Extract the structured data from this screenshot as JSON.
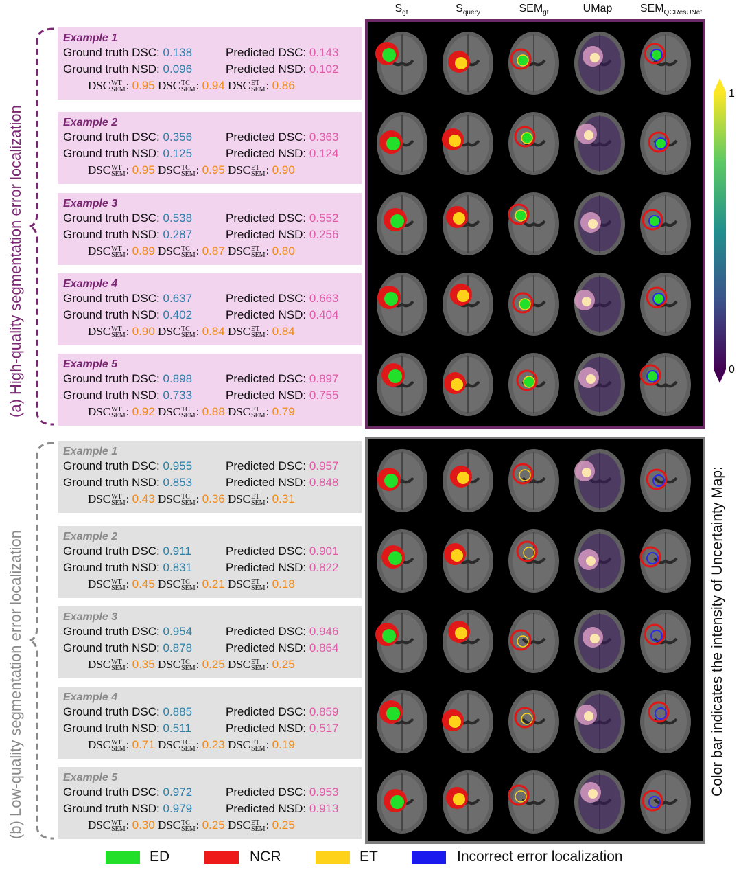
{
  "headers": {
    "s_gt": {
      "main": "S",
      "sub": "gt"
    },
    "s_query": {
      "main": "S",
      "sub": "query"
    },
    "sem_gt": {
      "main": "SEM",
      "sub": "gt"
    },
    "umap": {
      "main": "UMap",
      "sub": ""
    },
    "sem_qc": {
      "main": "SEM",
      "sub": "QCResUNet"
    }
  },
  "labels": {
    "gt_dsc": "Ground truth DSC:",
    "gt_nsd": "Ground truth NSD:",
    "pred_dsc": "Predicted DSC:",
    "pred_nsd": "Predicted NSD:",
    "dsc": "DSC",
    "sem": "SEM",
    "wt": "WT",
    "tc": "TC",
    "et": "ET",
    "colon": ":"
  },
  "sections": {
    "hq_label": "(a) High-quality segmentation error localization",
    "lq_label": "(b) Low-quality segmentation error localization"
  },
  "hq_examples": [
    {
      "title": "Example 1",
      "gt_dsc": "0.138",
      "pred_dsc": "0.143",
      "gt_nsd": "0.096",
      "pred_nsd": "0.102",
      "wt": "0.95",
      "tc": "0.94",
      "et": "0.86"
    },
    {
      "title": "Example 2",
      "gt_dsc": "0.356",
      "pred_dsc": "0.363",
      "gt_nsd": "0.125",
      "pred_nsd": "0.124",
      "wt": "0.95",
      "tc": "0.95",
      "et": "0.90"
    },
    {
      "title": "Example 3",
      "gt_dsc": "0.538",
      "pred_dsc": "0.552",
      "gt_nsd": "0.287",
      "pred_nsd": "0.256",
      "wt": "0.89",
      "tc": "0.87",
      "et": "0.80"
    },
    {
      "title": "Example 4",
      "gt_dsc": "0.637",
      "pred_dsc": "0.663",
      "gt_nsd": "0.402",
      "pred_nsd": "0.404",
      "wt": "0.90",
      "tc": "0.84",
      "et": "0.84"
    },
    {
      "title": "Example 5",
      "gt_dsc": "0.898",
      "pred_dsc": "0.897",
      "gt_nsd": "0.733",
      "pred_nsd": "0.755",
      "wt": "0.92",
      "tc": "0.88",
      "et": "0.79"
    }
  ],
  "lq_examples": [
    {
      "title": "Example 1",
      "gt_dsc": "0.955",
      "pred_dsc": "0.957",
      "gt_nsd": "0.853",
      "pred_nsd": "0.848",
      "wt": "0.43",
      "tc": "0.36",
      "et": "0.31"
    },
    {
      "title": "Example 2",
      "gt_dsc": "0.911",
      "pred_dsc": "0.901",
      "gt_nsd": "0.831",
      "pred_nsd": "0.822",
      "wt": "0.45",
      "tc": "0.21",
      "et": "0.18"
    },
    {
      "title": "Example 3",
      "gt_dsc": "0.954",
      "pred_dsc": "0.946",
      "gt_nsd": "0.878",
      "pred_nsd": "0.864",
      "wt": "0.35",
      "tc": "0.25",
      "et": "0.25"
    },
    {
      "title": "Example 4",
      "gt_dsc": "0.885",
      "pred_dsc": "0.859",
      "gt_nsd": "0.511",
      "pred_nsd": "0.517",
      "wt": "0.71",
      "tc": "0.23",
      "et": "0.19"
    },
    {
      "title": "Example 5",
      "gt_dsc": "0.972",
      "pred_dsc": "0.953",
      "gt_nsd": "0.979",
      "pred_nsd": "0.913",
      "wt": "0.30",
      "tc": "0.25",
      "et": "0.25"
    }
  ],
  "colorbar": {
    "max_label": "1",
    "min_label": "0",
    "caption": "Color bar  indicates the intensity of Uncertainty Map:"
  },
  "legend": [
    {
      "label": "ED",
      "color": "#22e02a"
    },
    {
      "label": "NCR",
      "color": "#ee1a1a"
    },
    {
      "label": "ET",
      "color": "#ffd21a"
    },
    {
      "label": "Incorrect error localization",
      "color": "#1a1aee"
    }
  ],
  "colors": {
    "hq_panel": "#f2d4ef",
    "lq_panel": "#e1e1e1",
    "hq_border": "#6c2a66",
    "lq_border": "#7c7c7c",
    "gt_value": "#2a7fa8",
    "pred_value": "#e05aa8",
    "sem_value": "#f08a1c"
  }
}
